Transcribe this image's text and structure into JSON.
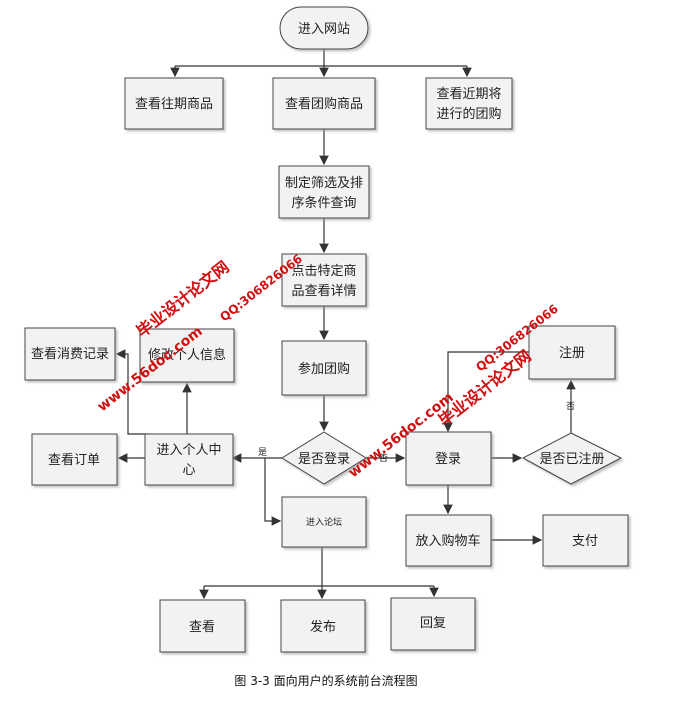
{
  "nodes": {
    "start": "进入网站",
    "past_goods": "查看往期商品",
    "group_goods": "查看团购商品",
    "upcoming_1": "查看近期将",
    "upcoming_2": "进行的团购",
    "filter_1": "制定筛选及排",
    "filter_2": "序条件查询",
    "detail_1": "点击特定商",
    "detail_2": "品查看详情",
    "join_group": "参加团购",
    "is_logged_in": "是否登录",
    "login": "登录",
    "is_registered": "是否已注册",
    "register": "注册",
    "add_cart": "放入购物车",
    "pay": "支付",
    "personal_center_1": "进入个人中",
    "personal_center_2": "心",
    "edit_info": "修改个人信息",
    "consume_record": "查看消费记录",
    "view_orders": "查看订单",
    "forum": "进入论坛",
    "view": "查看",
    "post": "发布",
    "reply": "回复"
  },
  "edge_labels": {
    "yes": "是",
    "no": "否",
    "no2": "否"
  },
  "watermarks": {
    "site": "www.56doc.com",
    "qq": "QQ:306826066",
    "brand": "毕业设计论文网"
  },
  "caption": "图 3-3  面向用户的系统前台流程图",
  "colors": {
    "box_fill": "#f2f2f2",
    "box_stroke": "#444444",
    "watermark": "#d01010"
  }
}
